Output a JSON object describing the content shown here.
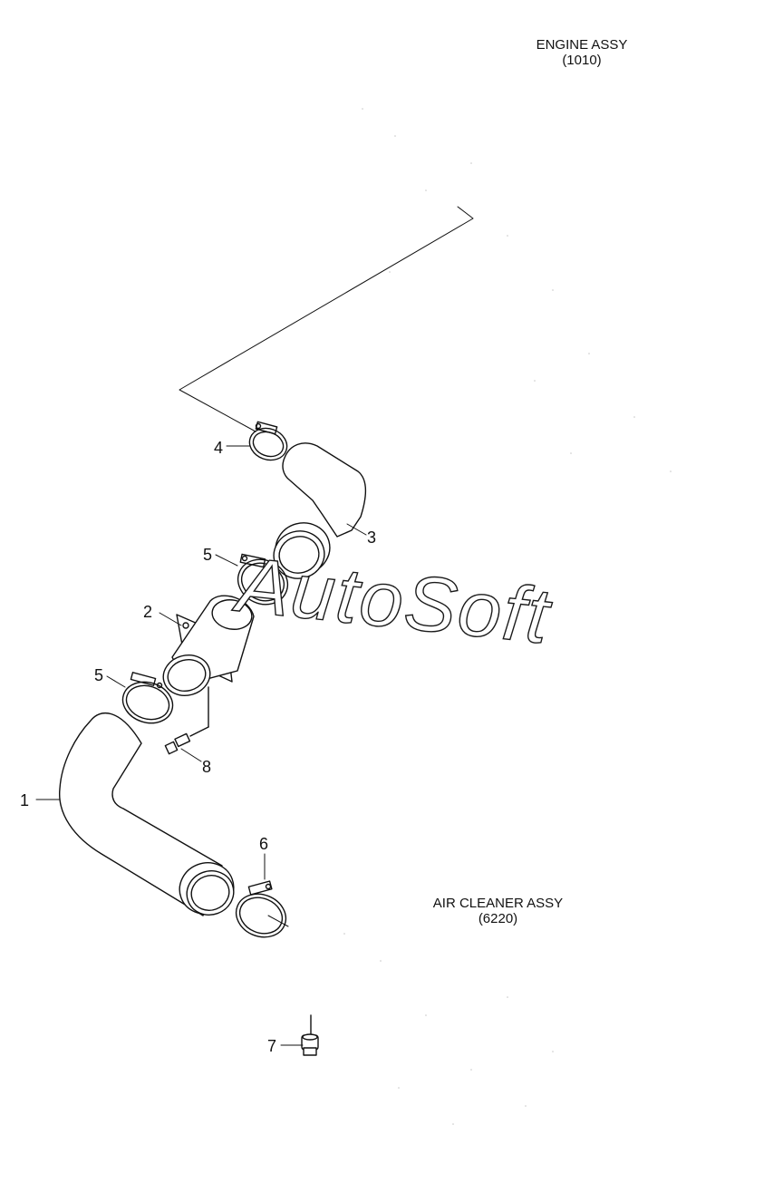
{
  "references": {
    "engine": {
      "name": "ENGINE ASSY",
      "code": "(1010)"
    },
    "air_cleaner": {
      "name": "AIR CLEANER ASSY",
      "code": "(6220)"
    }
  },
  "callouts": [
    {
      "id": "callout-1",
      "label": "1"
    },
    {
      "id": "callout-2",
      "label": "2"
    },
    {
      "id": "callout-3",
      "label": "3"
    },
    {
      "id": "callout-4",
      "label": "4"
    },
    {
      "id": "callout-5a",
      "label": "5"
    },
    {
      "id": "callout-5b",
      "label": "5"
    },
    {
      "id": "callout-6",
      "label": "6"
    },
    {
      "id": "callout-7",
      "label": "7"
    },
    {
      "id": "callout-8",
      "label": "8"
    }
  ],
  "watermark": "AutoSoft",
  "colors": {
    "ink": "#111111",
    "paper": "#ffffff"
  }
}
